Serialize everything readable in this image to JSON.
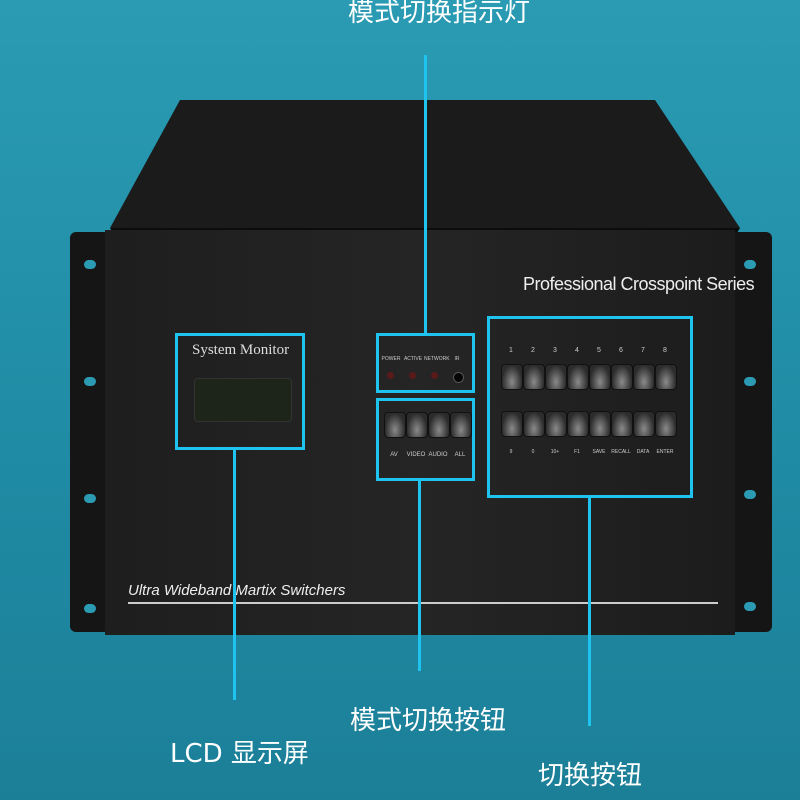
{
  "annotations": {
    "indicator": "模式切换指示灯",
    "mode_buttons": "模式切换按钮",
    "lcd": "LCD 显示屏",
    "switch_buttons": "切换按钮"
  },
  "device": {
    "series": "Professional Crosspoint Series",
    "lcd_title": "System Monitor",
    "model": "Ultra Wideband Martix Switchers",
    "indicators": [
      "POWER",
      "ACTIVE",
      "NETWORK",
      "IR"
    ],
    "mode_buttons": [
      "AV",
      "VIDEO",
      "AUDIO",
      "ALL"
    ],
    "top_numbers": [
      "1",
      "2",
      "3",
      "4",
      "5",
      "6",
      "7",
      "8"
    ],
    "bottom_labels": [
      "9",
      "0",
      "10+",
      "F1",
      "SAVE",
      "RECALL",
      "DATA",
      "ENTER"
    ]
  }
}
